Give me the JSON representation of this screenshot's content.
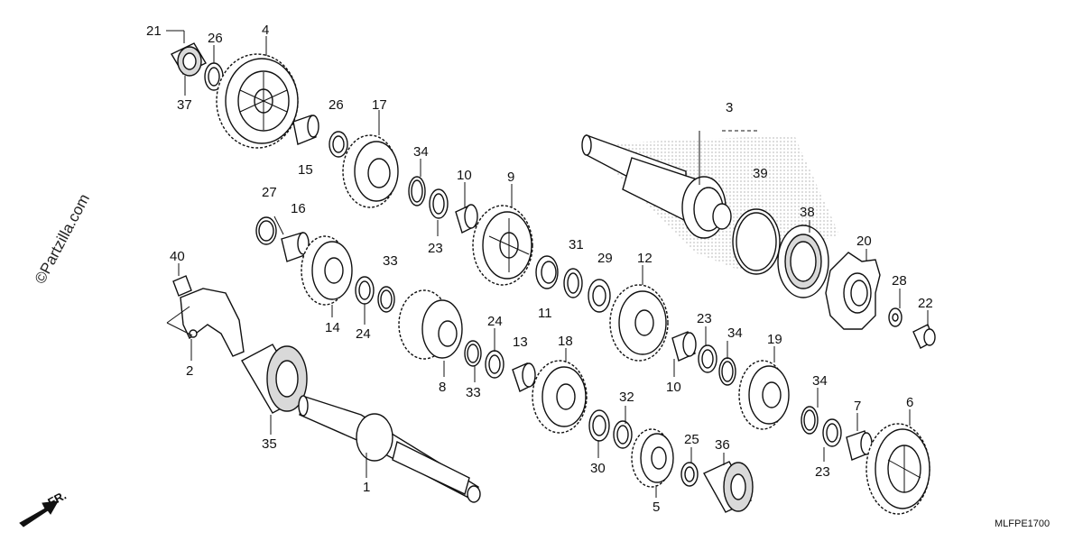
{
  "watermark": "©Partzilla.com",
  "direction_label": "FR.",
  "diagram_code": "MLFPE1700",
  "callouts": [
    {
      "id": "c21",
      "text": "21"
    },
    {
      "id": "c26a",
      "text": "26"
    },
    {
      "id": "c4",
      "text": "4"
    },
    {
      "id": "c37",
      "text": "37"
    },
    {
      "id": "c26b",
      "text": "26"
    },
    {
      "id": "c17",
      "text": "17"
    },
    {
      "id": "c15",
      "text": "15"
    },
    {
      "id": "c34a",
      "text": "34"
    },
    {
      "id": "c10a",
      "text": "10"
    },
    {
      "id": "c23a",
      "text": "23"
    },
    {
      "id": "c9",
      "text": "9"
    },
    {
      "id": "c3",
      "text": "3"
    },
    {
      "id": "c39",
      "text": "39"
    },
    {
      "id": "c38",
      "text": "38"
    },
    {
      "id": "c20",
      "text": "20"
    },
    {
      "id": "c28",
      "text": "28"
    },
    {
      "id": "c22",
      "text": "22"
    },
    {
      "id": "c27",
      "text": "27"
    },
    {
      "id": "c16",
      "text": "16"
    },
    {
      "id": "c14",
      "text": "14"
    },
    {
      "id": "c24a",
      "text": "24"
    },
    {
      "id": "c33a",
      "text": "33"
    },
    {
      "id": "c31",
      "text": "31"
    },
    {
      "id": "c29",
      "text": "29"
    },
    {
      "id": "c11",
      "text": "11"
    },
    {
      "id": "c12",
      "text": "12"
    },
    {
      "id": "c40",
      "text": "40"
    },
    {
      "id": "c2",
      "text": "2"
    },
    {
      "id": "c8",
      "text": "8"
    },
    {
      "id": "c24b",
      "text": "24"
    },
    {
      "id": "c33b",
      "text": "33"
    },
    {
      "id": "c13",
      "text": "13"
    },
    {
      "id": "c18",
      "text": "18"
    },
    {
      "id": "c23b",
      "text": "23"
    },
    {
      "id": "c34b",
      "text": "34"
    },
    {
      "id": "c10b",
      "text": "10"
    },
    {
      "id": "c19",
      "text": "19"
    },
    {
      "id": "c34c",
      "text": "34"
    },
    {
      "id": "c7",
      "text": "7"
    },
    {
      "id": "c6",
      "text": "6"
    },
    {
      "id": "c23c",
      "text": "23"
    },
    {
      "id": "c35",
      "text": "35"
    },
    {
      "id": "c1",
      "text": "1"
    },
    {
      "id": "c32",
      "text": "32"
    },
    {
      "id": "c30",
      "text": "30"
    },
    {
      "id": "c25",
      "text": "25"
    },
    {
      "id": "c36",
      "text": "36"
    },
    {
      "id": "c5",
      "text": "5"
    }
  ]
}
